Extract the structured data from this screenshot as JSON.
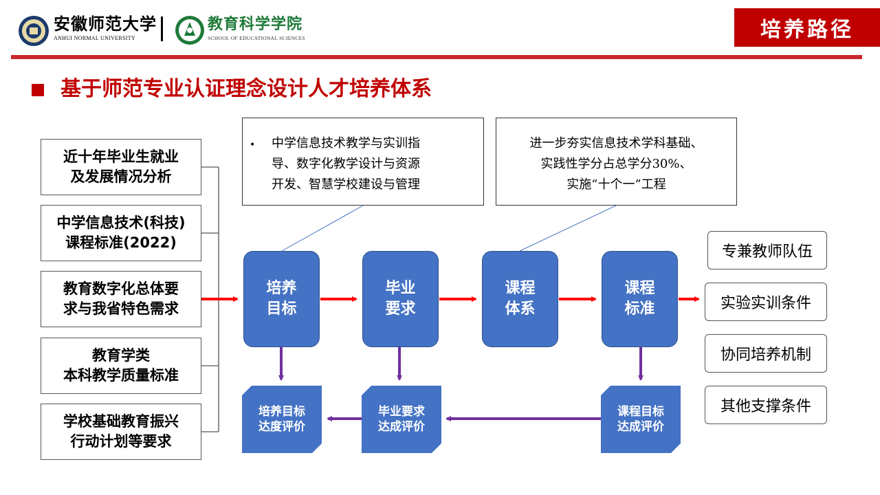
{
  "header": {
    "university_cn": "安徽师范大学",
    "university_en": "ANHUI NORMAL UNIVERSITY",
    "school_cn": "教育科学学院",
    "school_en": "SCHOOL OF EDUCATIONAL SCIENCES",
    "section_tag": "培养路径"
  },
  "title": "基于师范专业认证理念设计人才培养体系",
  "inputs": [
    {
      "line1": "近十年毕业生就业",
      "line2": "及发展情况分析"
    },
    {
      "line1": "中学信息技术(科技)",
      "line2": "课程标准(2022)"
    },
    {
      "line1": "教育数字化总体要",
      "line2": "求与我省特色需求"
    },
    {
      "line1": "教育学类",
      "line2": "本科教学质量标准"
    },
    {
      "line1": "学校基础教育振兴",
      "line2": "行动计划等要求"
    }
  ],
  "callout_left": {
    "bullet": "•",
    "lines": [
      "中学信息技术教学与实训指",
      "导、数字化教学设计与资源",
      "开发、智慧学校建设与管理"
    ]
  },
  "callout_right": {
    "lines": [
      "进一步夯实信息技术学科基础、",
      "实践性学分占总学分30%、",
      "实施“十个一”工程"
    ]
  },
  "flow": [
    {
      "line1": "培养",
      "line2": "目标"
    },
    {
      "line1": "毕业",
      "line2": "要求"
    },
    {
      "line1": "课程",
      "line2": "体系"
    },
    {
      "line1": "课程",
      "line2": "标准"
    }
  ],
  "evaluations": [
    {
      "line1": "培养目标",
      "line2": "达度评价"
    },
    {
      "line1": "毕业要求",
      "line2": "达成评价"
    },
    {
      "line1": "课程目标",
      "line2": "达成评价"
    }
  ],
  "supports": [
    "专兼教师队伍",
    "实验实训条件",
    "协同培养机制",
    "其他支撑条件"
  ],
  "colors": {
    "accent_red": "#c00000",
    "flow_blue": "#4472c4",
    "arrow_red": "#ff0000",
    "arrow_purple": "#7030a0",
    "school_green": "#1f7a3a"
  }
}
